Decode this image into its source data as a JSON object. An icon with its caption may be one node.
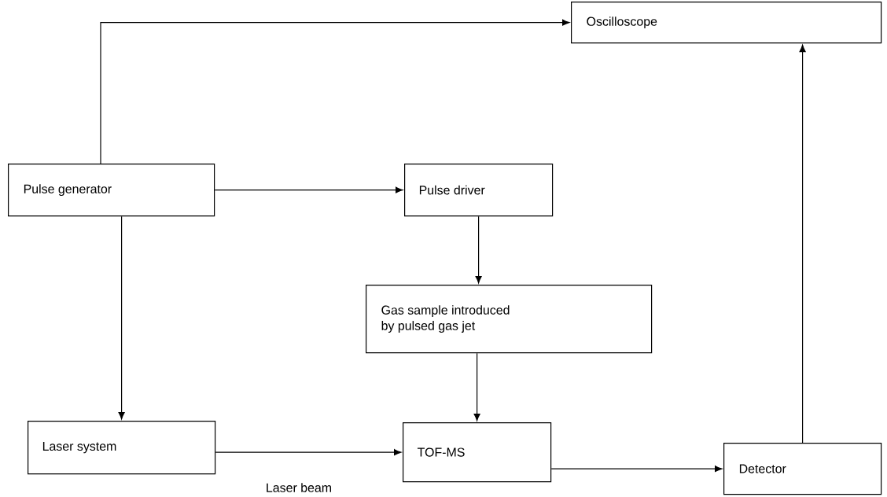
{
  "diagram": {
    "nodes": [
      {
        "text": [
          "Oscilloscope"
        ]
      },
      {
        "text": [
          "Pulse generator"
        ]
      },
      {
        "text": [
          "Pulse driver"
        ]
      },
      {
        "text": [
          "Gas sample introduced by pulsed gas jet"
        ]
      },
      {
        "text": [
          "Laser system"
        ]
      },
      {
        "text": [
          "TOF-MS"
        ]
      },
      {
        "text": [
          "Detector"
        ]
      }
    ],
    "edges": [
      {
        "from": 1,
        "to": 0,
        "arrow": "to"
      },
      {
        "from": 1,
        "to": 2,
        "arrow": "to"
      },
      {
        "from": 1,
        "to": 4,
        "arrow": "to"
      },
      {
        "from": 2,
        "to": 3,
        "arrow": "to"
      },
      {
        "from": 3,
        "to": 5,
        "arrow": "to"
      },
      {
        "from": 4,
        "to": 5,
        "arrow": "to"
      },
      {
        "from": 5,
        "to": 6,
        "arrow": "to"
      },
      {
        "from": 6,
        "to": 0,
        "arrow": "to"
      }
    ],
    "labels": [
      "Laser beam"
    ]
  }
}
